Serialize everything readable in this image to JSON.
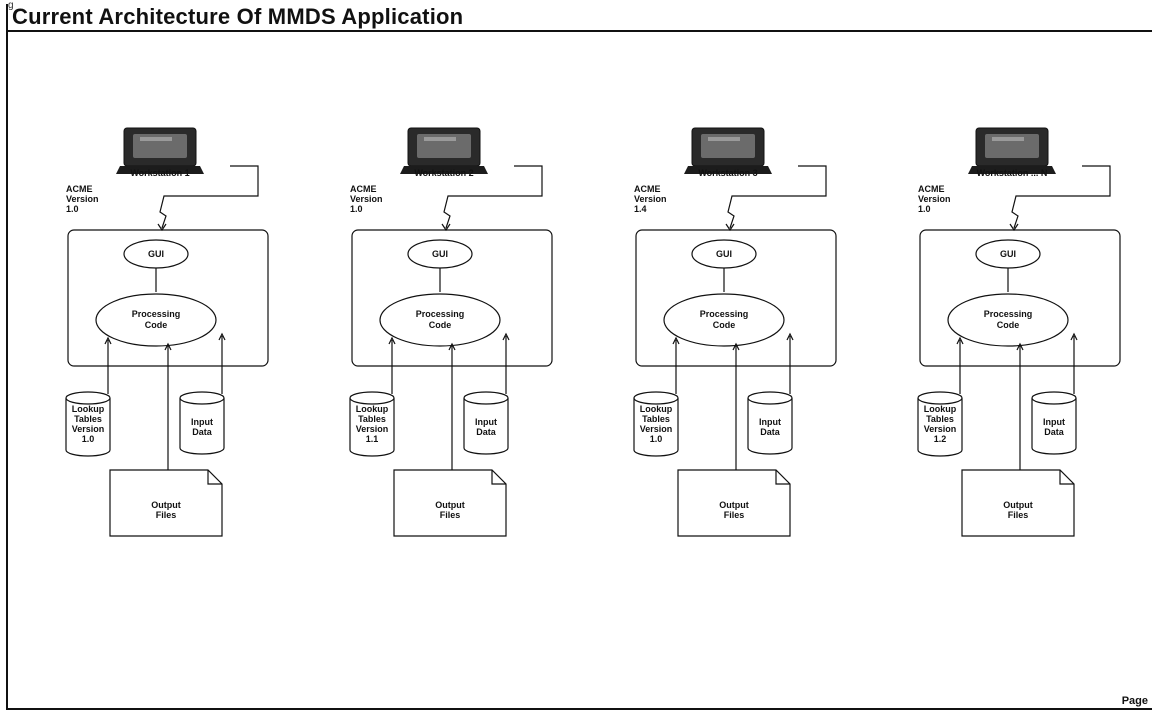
{
  "page": {
    "title": "Current Architecture Of MMDS Application",
    "page_label": "Page",
    "corner_mark": "g"
  },
  "workstations": [
    {
      "name": "Workstation 1",
      "acme": [
        "ACME",
        "Version",
        "1.0"
      ],
      "gui": "GUI",
      "processing": [
        "Processing",
        "Code"
      ],
      "lookup": [
        "Lookup",
        "Tables",
        "Version",
        "1.0"
      ],
      "input": [
        "Input",
        "Data"
      ],
      "output": [
        "Output",
        "Files"
      ]
    },
    {
      "name": "Workstation 2",
      "acme": [
        "ACME",
        "Version",
        "1.0"
      ],
      "gui": "GUI",
      "processing": [
        "Processing",
        "Code"
      ],
      "lookup": [
        "Lookup",
        "Tables",
        "Version",
        "1.1"
      ],
      "input": [
        "Input",
        "Data"
      ],
      "output": [
        "Output",
        "Files"
      ]
    },
    {
      "name": "Workstation 3",
      "acme": [
        "ACME",
        "Version",
        "1.4"
      ],
      "gui": "GUI",
      "processing": [
        "Processing",
        "Code"
      ],
      "lookup": [
        "Lookup",
        "Tables",
        "Version",
        "1.0"
      ],
      "input": [
        "Input",
        "Data"
      ],
      "output": [
        "Output",
        "Files"
      ]
    },
    {
      "name": "Workstation ... N",
      "acme": [
        "ACME",
        "Version",
        "1.0"
      ],
      "gui": "GUI",
      "processing": [
        "Processing",
        "Code"
      ],
      "lookup": [
        "Lookup",
        "Tables",
        "Version",
        "1.2"
      ],
      "input": [
        "Input",
        "Data"
      ],
      "output": [
        "Output",
        "Files"
      ]
    }
  ]
}
